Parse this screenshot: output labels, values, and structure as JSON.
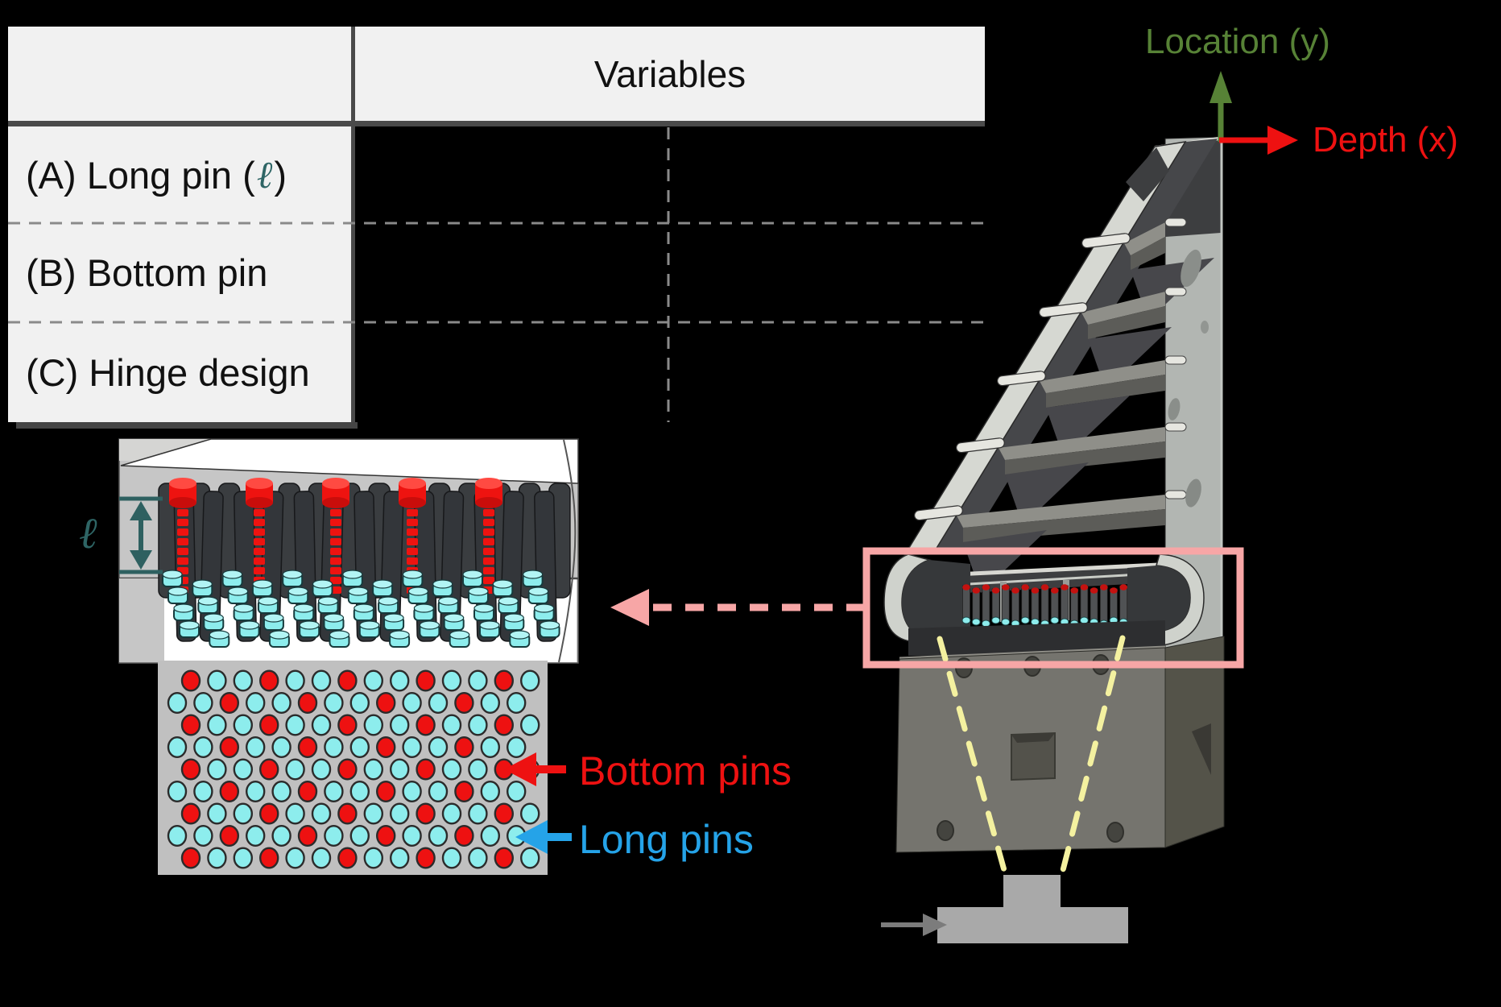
{
  "table": {
    "header_label": "Variables",
    "rows": [
      {
        "id": "A",
        "prefix": "(A) Long pin (",
        "symbol": "ℓ",
        "suffix": ")"
      },
      {
        "id": "B",
        "prefix": "(B) Bottom pin",
        "symbol": "",
        "suffix": ""
      },
      {
        "id": "C",
        "prefix": "(C) Hinge design",
        "symbol": "",
        "suffix": ""
      }
    ],
    "colors": {
      "cell_bg": "#f1f1f1",
      "border": "#4a4a4a",
      "dash": "#8a8a8a",
      "text": "#111111",
      "symbol": "#2e6565"
    }
  },
  "axes": {
    "y_label": "Location (y)",
    "y_color": "#578236",
    "x_label": "Depth (x)",
    "x_color": "#ee1111"
  },
  "inset": {
    "length_symbol": "ℓ",
    "symbol_color": "#2e6565",
    "measure_color": "#2e6060",
    "bg": "#c6c6c6",
    "bg_light": "#d5d5d3",
    "white": "#ffffff",
    "pin_dark": "#3a3d40",
    "pin_dark_front": "#33363a",
    "pin_outline": "#17181a",
    "red": "#ee1310",
    "red_top": "#ff4a42",
    "red_dark": "#c90d0b",
    "cyan": "#8deded",
    "cyan_top": "#b2f4f4",
    "cyan_outline": "#163a3c",
    "back_pin_count": 14,
    "front_pin_count": 13,
    "red_pin_count": 5,
    "cyan_stack_count": 13,
    "cyan_per_stack": 4,
    "red_segments": 9
  },
  "pin_map": {
    "bg": "#c0c0c0",
    "red": "#ee1111",
    "cyan": "#8deded",
    "outline": "#2b2b2b",
    "rows": 9,
    "cols": 14,
    "row_patterns": [
      "A",
      "B",
      "A",
      "B",
      "A",
      "B",
      "A",
      "B",
      "A"
    ],
    "red_cols_pattern_a": [
      0,
      3,
      6,
      9,
      12
    ],
    "red_cols_pattern_b": [
      2,
      5,
      8,
      11
    ]
  },
  "annotations": {
    "bottom_pins_label": "Bottom pins",
    "bottom_pins_color": "#ee1111",
    "long_pins_label": "Long pins",
    "long_pins_color": "#25a3e8",
    "highlight_box_color": "#f7a6a6",
    "inset_arrow_color": "#f7a6a6",
    "guide_dash_color": "#f4f1a0",
    "push_arrow_color": "#7c7c7c"
  },
  "device": {
    "wall_light": "#b2b6b2",
    "frame_light": "#d6d8d2",
    "edge_light": "#e6e6e0",
    "dark": "#3d3e40",
    "web_dark": "#46474a",
    "step_top": "#8f8f89",
    "step_front": "#5c5c58",
    "gusset": "#47474b",
    "hook_light": "#cfd2cc",
    "hook_dark": "#36383a",
    "box_front": "#75746e",
    "box_side": "#545349",
    "hole": "#44443f",
    "stand": "#a9a9a9",
    "chamber_pin_count": 17,
    "chamber_pin_shaft": "#505254",
    "chamber_pin_red": "#c41210",
    "chamber_pin_cyan": "#8deded"
  }
}
